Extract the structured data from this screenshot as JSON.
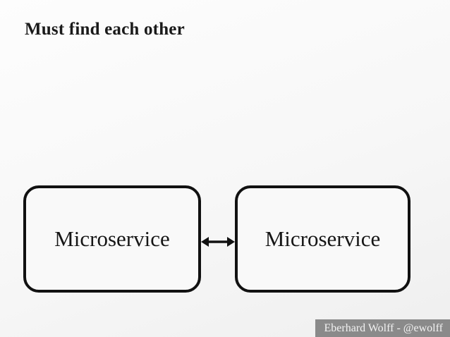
{
  "slide": {
    "title": "Must find each other"
  },
  "diagram": {
    "left_box_label": "Microservice",
    "right_box_label": "Microservice",
    "connector": "double-headed-arrow"
  },
  "footer": {
    "credit": "Eberhard Wolff - @ewolff"
  },
  "colors": {
    "background_top": "#fdfdfd",
    "background_bottom": "#efefef",
    "box_border": "#111111",
    "box_fill": "#f9f9f9",
    "arrow": "#111111",
    "title_text": "#1a1a1a",
    "footer_bg": "#8a8a8a",
    "footer_text": "#f2f2f2"
  }
}
